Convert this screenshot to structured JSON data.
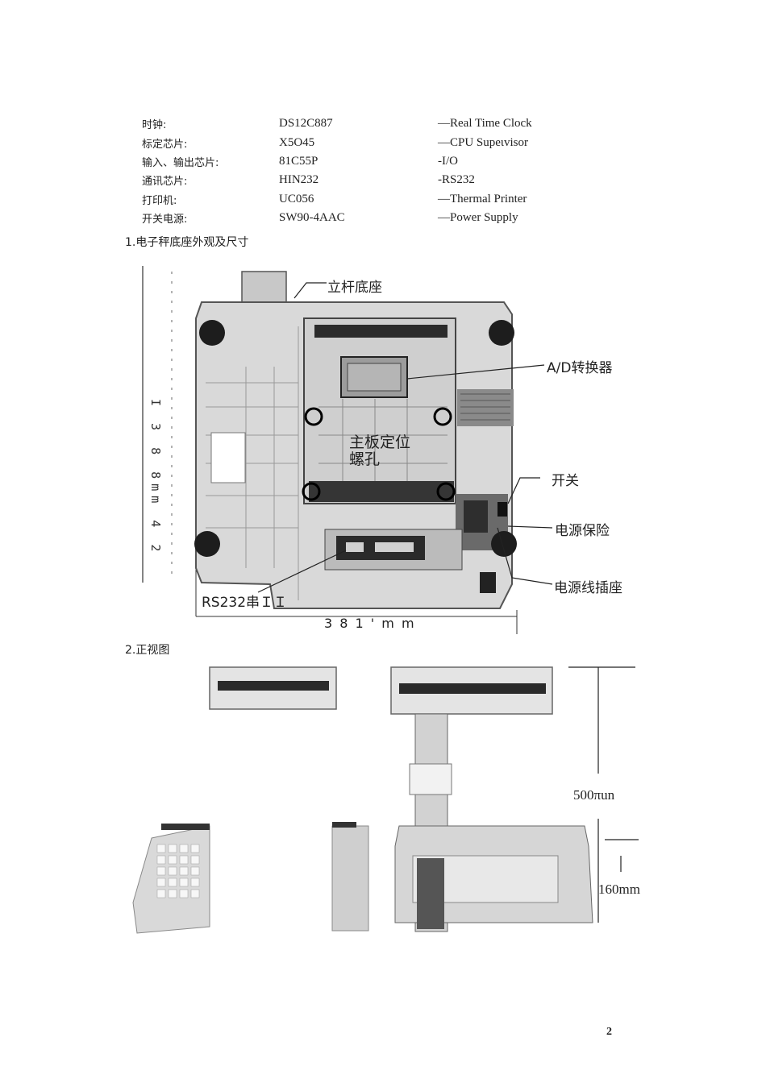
{
  "specs": [
    {
      "name": "时钟:",
      "model": "DS12C887",
      "desc": "—Real Time Clock"
    },
    {
      "name": "标定芯片:",
      "model": "X5O45",
      "desc": "—CPU Supeιvisor"
    },
    {
      "name": "输入、输出芯片:",
      "model": "81C55P",
      "desc": "-I/O"
    },
    {
      "name": "通讯芯片:",
      "model": "HIN232",
      "desc": "-RS232"
    },
    {
      "name": "打印机:",
      "model": "UC056",
      "desc": "—Thermal Printer"
    },
    {
      "name": "开关电源:",
      "model": "SW90-4AAC",
      "desc": "—Power Supply"
    }
  ],
  "section1": {
    "title": "1.电子秤底座外观及尺寸",
    "labels": {
      "pole_base": "立杆底座",
      "ad_converter": "A/D转换器",
      "board_screw_line1": "主板定位",
      "board_screw_line2": "螺孔",
      "switch": "开关",
      "fuse": "电源保险",
      "power_socket": "电源线插座",
      "rs232": "RS232串ＩＩ",
      "height_dim": "I 3 8 8mm 4 2",
      "width_dim": "3 8 1 ' m m"
    }
  },
  "section2": {
    "title": "2.正视图",
    "labels": {
      "height_500": "500πun",
      "height_160": "160mm"
    }
  },
  "page_number": "2"
}
